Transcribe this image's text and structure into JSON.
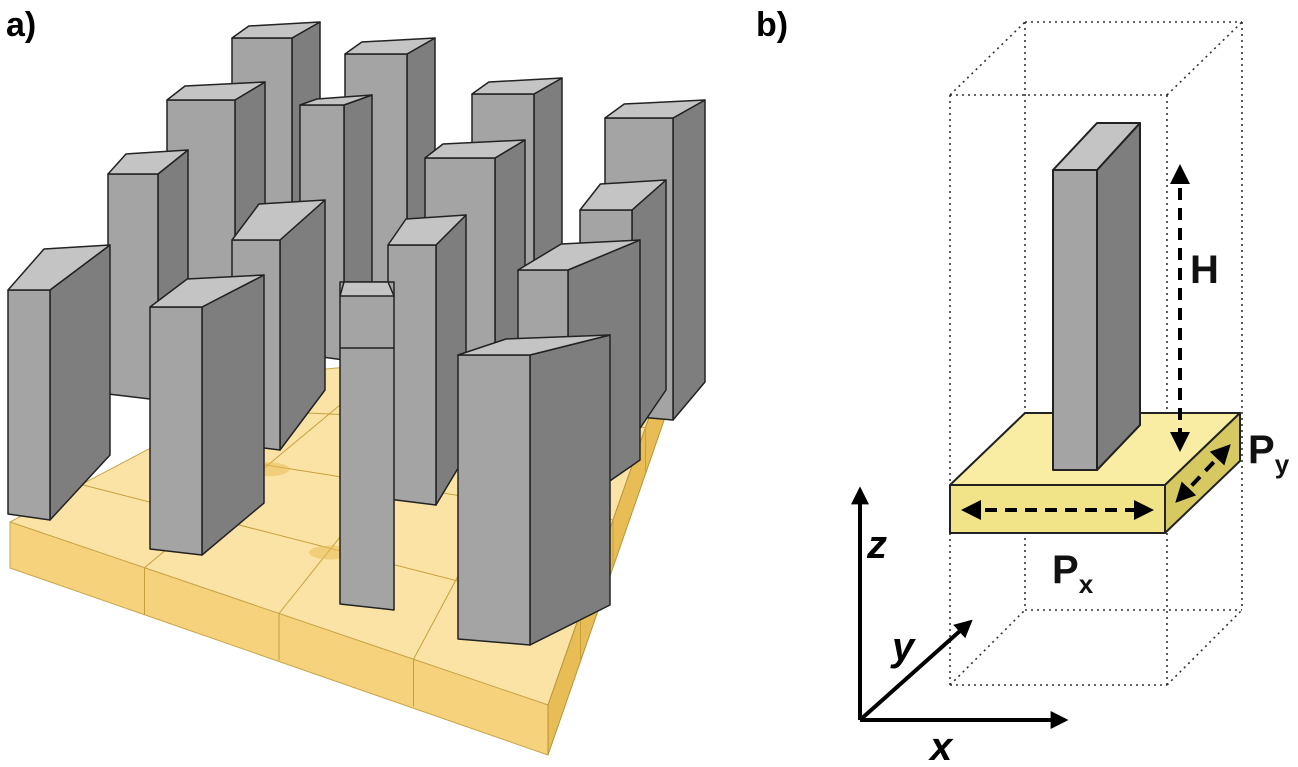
{
  "panels": [
    {
      "id": "a",
      "label": "a)"
    },
    {
      "id": "b",
      "label": "b)"
    }
  ],
  "dimensions": {
    "height": "H",
    "period_x_main": "P",
    "period_x_sub": "x",
    "period_y_main": "P",
    "period_y_sub": "y"
  },
  "axes": {
    "x": "x",
    "y": "y",
    "z": "z"
  },
  "colors": {
    "substrate_top": "#fbe3a6",
    "substrate_front": "#f6d27c",
    "substrate_side": "#e9bd55",
    "substrate_b_top": "#f8eda2",
    "substrate_b_front": "#f1e488",
    "substrate_b_side": "#d7c962",
    "pillar_front": "#a4a4a4",
    "pillar_side": "#7e7e7e",
    "pillar_top": "#c4c4c4",
    "outline": "#222222"
  }
}
